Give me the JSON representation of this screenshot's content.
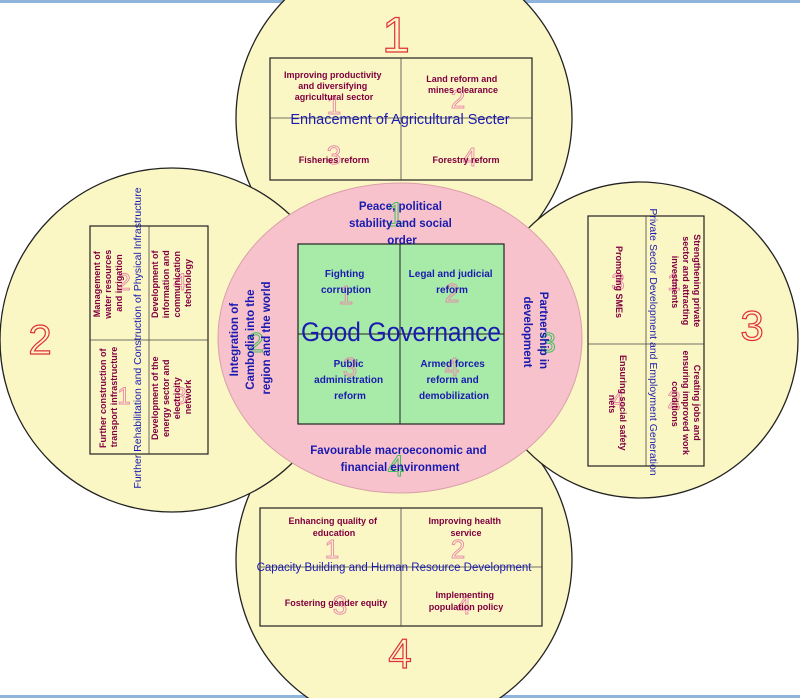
{
  "colors": {
    "petal_fill": "#fbf7c4",
    "center_fill": "#f7c2cb",
    "governance_fill": "#a8eaa8",
    "box_text": "#800040",
    "theme_text": "#1a1ab0",
    "big_number": "#e0303a"
  },
  "center": {
    "title": "Good Governance",
    "cells": [
      "Fighting corruption",
      "Legal and judicial reform",
      "Public administration reform",
      "Armed forces reform and demobilization"
    ],
    "cell_numbers": [
      "1",
      "2",
      "3",
      "4"
    ],
    "top": "Peace, political stability and social order",
    "top_number": "1",
    "bottom": "Favourable macroeconomic and financial environment",
    "bottom_number": "4",
    "left": "Integration of Cambodia into the region and the world",
    "left_number": "2",
    "right": "Partnership in development",
    "right_number": "3"
  },
  "rectangles": [
    {
      "number": "1",
      "theme": "Enhacement of Agricultural Secter",
      "cells": [
        "Improving productivity and diversifying agricultural sector",
        "Land reform and mines clearance",
        "Fisheries reform",
        "Forestry reform"
      ],
      "cell_numbers": [
        "1",
        "2",
        "3",
        "4"
      ]
    },
    {
      "number": "2",
      "theme": "Further Rehabilitation and Construction of Physical Infrastructure",
      "cells": [
        "Further construction of transport infrastructure",
        "Management of water resources and irrigation",
        "Development of the energy sector and electricity network",
        "Development of information and communication technology"
      ],
      "cell_numbers": [
        "1",
        "2",
        "3",
        "4"
      ]
    },
    {
      "number": "3",
      "theme": "Private Sector Development and Employment Generation",
      "cells": [
        "Strengthening private sector and attracting investments",
        "Creating jobs and ensuring improved work conditions",
        "Promoting SMEs",
        "Ensuring social safety nets"
      ],
      "cell_numbers": [
        "1",
        "2",
        "3",
        "4"
      ]
    },
    {
      "number": "4",
      "theme": "Capacity Building and Human Resource Development",
      "cells": [
        "Enhancing quality of education",
        "Improving health service",
        "Fostering gender equity",
        "Implementing population policy"
      ],
      "cell_numbers": [
        "1",
        "2",
        "3",
        "4"
      ]
    }
  ]
}
